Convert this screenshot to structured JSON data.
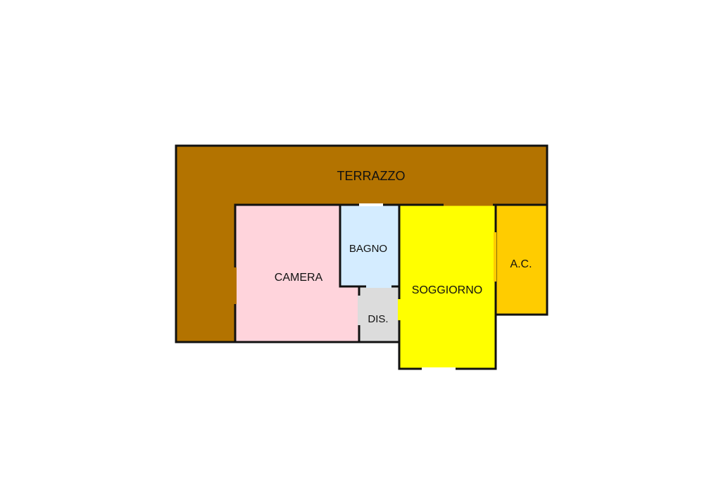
{
  "rooms": {
    "terrazzo": {
      "label": "TERRAZZO",
      "color": "#b37300"
    },
    "camera": {
      "label": "CAMERA",
      "color": "#ffd4dc"
    },
    "bagno": {
      "label": "BAGNO",
      "color": "#d4ecff"
    },
    "dis": {
      "label": "DIS.",
      "color": "#dcdcdc"
    },
    "soggiorno": {
      "label": "SOGGIORNO",
      "color": "#ffff00"
    },
    "ac": {
      "label": "A.C.",
      "color": "#ffcc00"
    }
  },
  "wall_color": "#111111"
}
